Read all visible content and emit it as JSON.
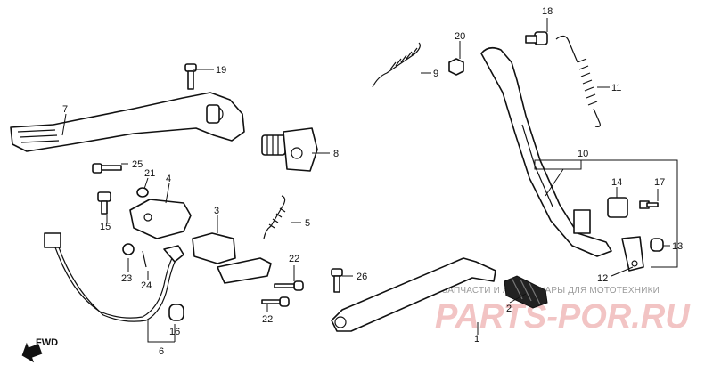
{
  "diagram": {
    "callouts": [
      {
        "id": "c1",
        "text": "1"
      },
      {
        "id": "c2",
        "text": "2"
      },
      {
        "id": "c3",
        "text": "3"
      },
      {
        "id": "c4",
        "text": "4"
      },
      {
        "id": "c5",
        "text": "5"
      },
      {
        "id": "c6",
        "text": "6"
      },
      {
        "id": "c7",
        "text": "7"
      },
      {
        "id": "c8",
        "text": "8"
      },
      {
        "id": "c9",
        "text": "9"
      },
      {
        "id": "c10",
        "text": "10"
      },
      {
        "id": "c11",
        "text": "11"
      },
      {
        "id": "c12",
        "text": "12"
      },
      {
        "id": "c13",
        "text": "13"
      },
      {
        "id": "c14",
        "text": "14"
      },
      {
        "id": "c15",
        "text": "15"
      },
      {
        "id": "c16",
        "text": "16"
      },
      {
        "id": "c17",
        "text": "17"
      },
      {
        "id": "c18",
        "text": "18"
      },
      {
        "id": "c19",
        "text": "19"
      },
      {
        "id": "c20",
        "text": "20"
      },
      {
        "id": "c21",
        "text": "21"
      },
      {
        "id": "c22a",
        "text": "22"
      },
      {
        "id": "c22b",
        "text": "22"
      },
      {
        "id": "c23",
        "text": "23"
      },
      {
        "id": "c24",
        "text": "24"
      },
      {
        "id": "c25",
        "text": "25"
      },
      {
        "id": "c26",
        "text": "26"
      }
    ],
    "fwd_label": "FWD"
  },
  "watermark": {
    "caption": "ЗАПЧАСТИ И АКСЕССУАРЫ ДЛЯ МОТОТЕХНИКИ",
    "brand": "PARTS-POR.RU"
  }
}
